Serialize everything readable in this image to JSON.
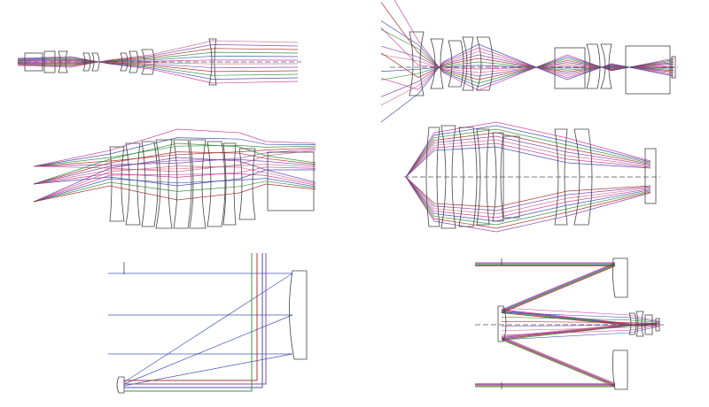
{
  "diagrams": [
    {
      "id": "zoom-relay-system",
      "kind": "refractive-lens-train"
    },
    {
      "id": "wide-angle-doublegauss",
      "kind": "refractive-lens-train"
    },
    {
      "id": "multi-field-imaging-lens",
      "kind": "refractive-lens-train"
    },
    {
      "id": "fast-objective-lens",
      "kind": "refractive-lens-train"
    },
    {
      "id": "off-axis-mirror-system",
      "kind": "reflective-folded"
    },
    {
      "id": "two-mirror-telescope",
      "kind": "reflective-cassegrain"
    }
  ],
  "ray_colors": [
    "#cc3399",
    "#3344aa",
    "#2a8a2a",
    "#aa2222",
    "#7a3aa8",
    "#cc6688"
  ],
  "lens_outline_color": "#444444",
  "axis_color": "#555555"
}
